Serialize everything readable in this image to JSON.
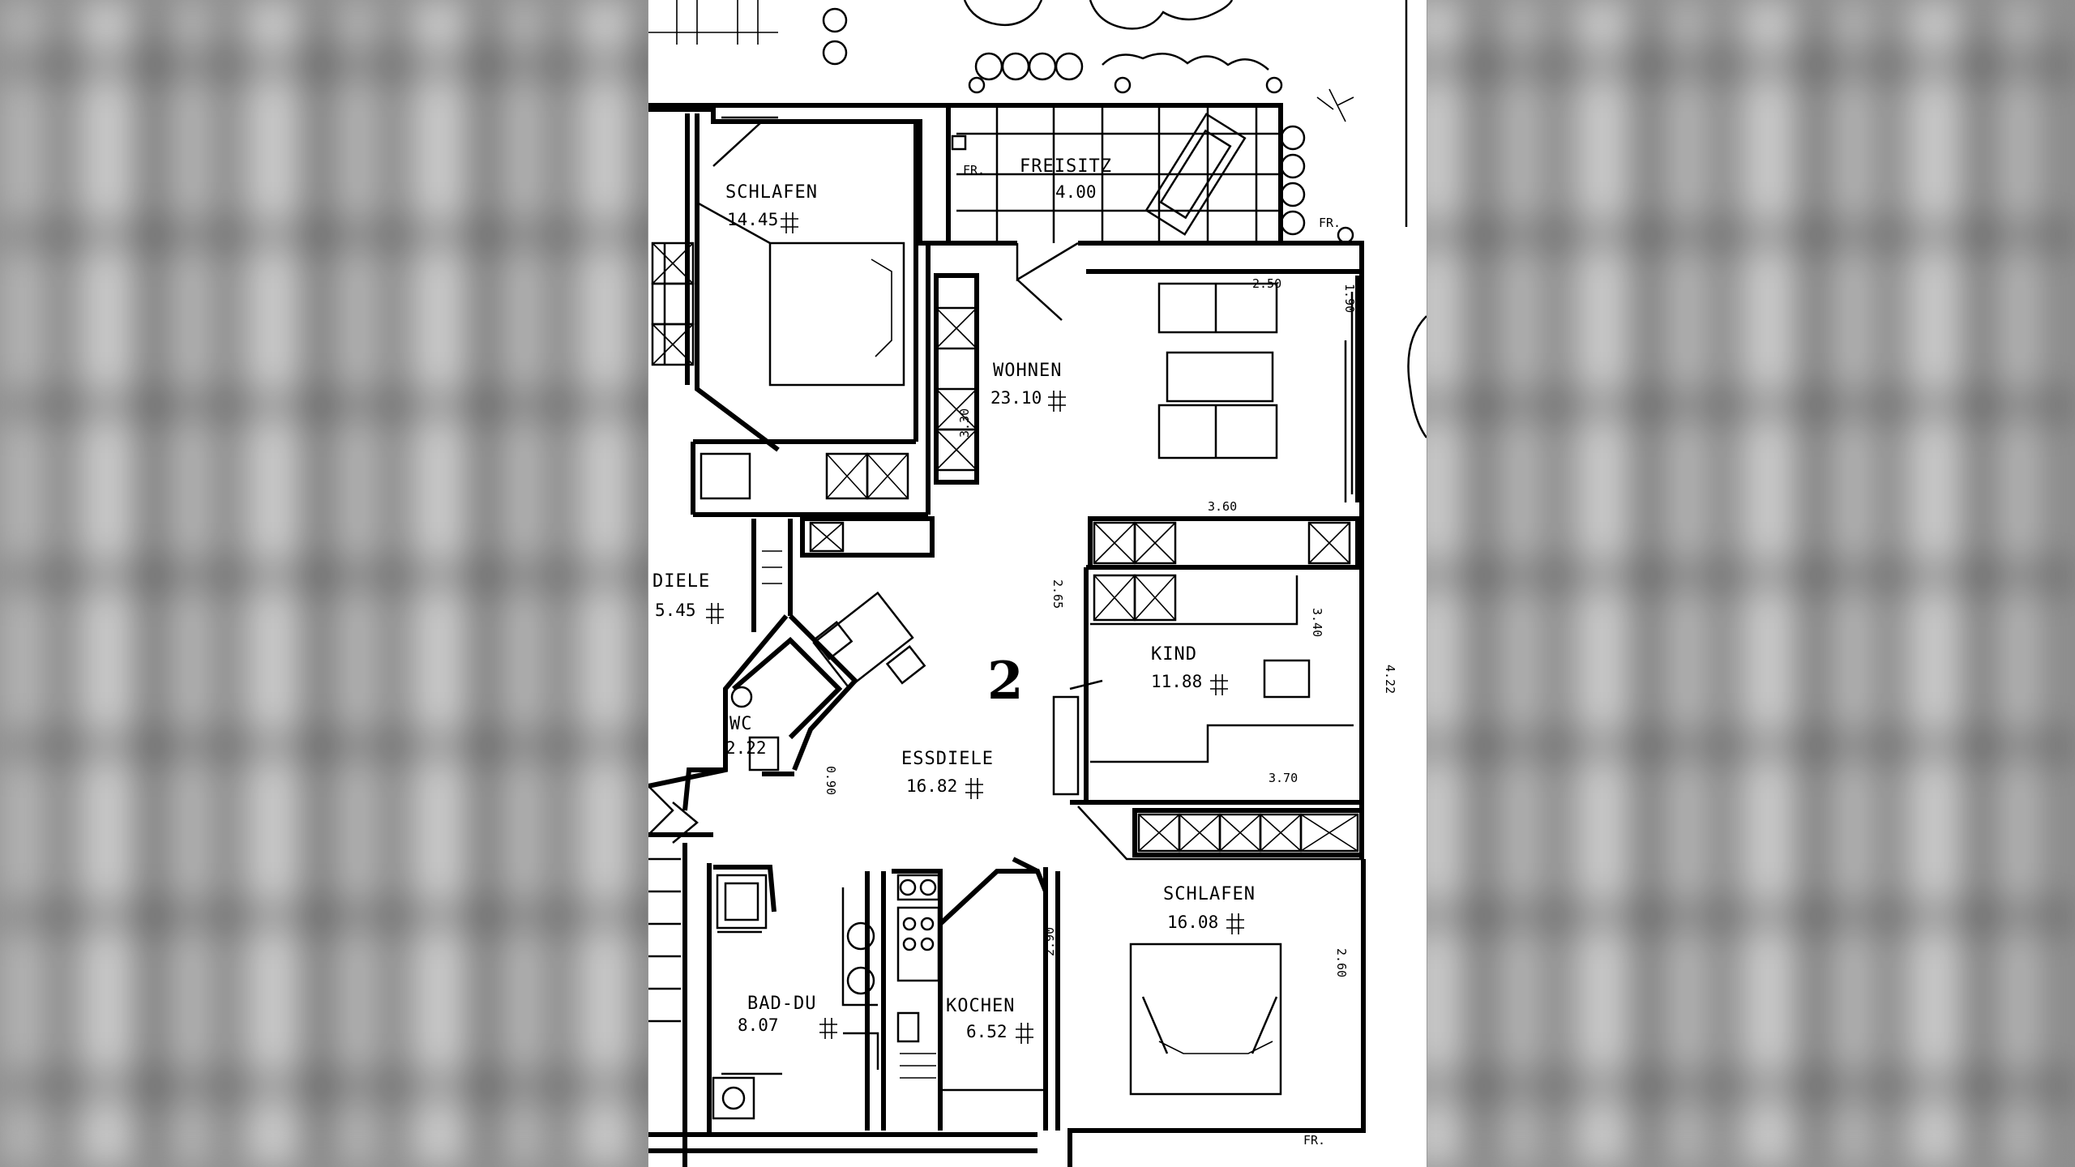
{
  "unit_number": "2",
  "rooms": [
    {
      "name": "SCHLAFEN",
      "area": "14.45"
    },
    {
      "name": "FREISITZ",
      "area": "4.00"
    },
    {
      "name": "WOHNEN",
      "area": "23.10"
    },
    {
      "name": "DIELE",
      "area": "5.45"
    },
    {
      "name": "WC",
      "area": "2.22"
    },
    {
      "name": "ESSDIELE",
      "area": "16.82"
    },
    {
      "name": "KIND",
      "area": "11.88"
    },
    {
      "name": "SCHLAFEN",
      "area": "16.08"
    },
    {
      "name": "BAD-DU",
      "area": "8.07"
    },
    {
      "name": "KOCHEN",
      "area": "6.52"
    }
  ],
  "markers": [
    "FR.",
    "FR.",
    "FR."
  ]
}
